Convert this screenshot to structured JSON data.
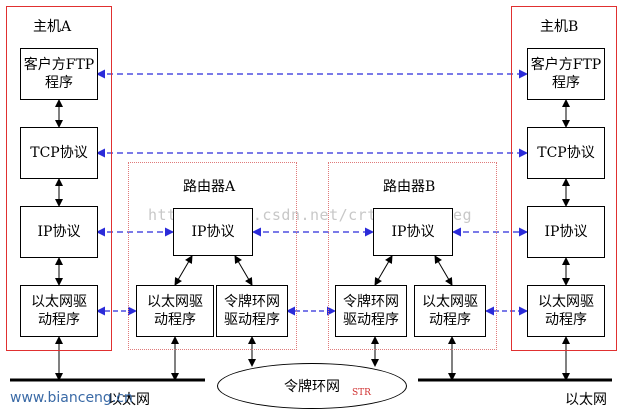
{
  "hosts": {
    "a": {
      "title": "主机A",
      "ftp": "客户方FTP\n程序",
      "tcp": "TCP协议",
      "ip": "IP协议",
      "eth": "以太网驱\n动程序"
    },
    "b": {
      "title": "主机B",
      "ftp": "客户方FTP\n程序",
      "tcp": "TCP协议",
      "ip": "IP协议",
      "eth": "以太网驱\n动程序"
    }
  },
  "routers": {
    "a": {
      "title": "路由器A",
      "ip": "IP协议",
      "eth": "以太网驱\n动程序",
      "token": "令牌环网\n驱动程序"
    },
    "b": {
      "title": "路由器B",
      "ip": "IP协议",
      "token": "令牌环网\n驱动程序",
      "eth": "以太网驱\n动程序"
    }
  },
  "networks": {
    "ethernet_left": "以太网",
    "ethernet_right": "以太网",
    "token_ring": "令牌环网",
    "token_ring_mark": "STR"
  },
  "watermarks": {
    "blog": "http://blog.csdn.net/crthunagchneg",
    "site": "www.bianceng.cn"
  },
  "colors": {
    "host_border": "#e03030",
    "router_border": "#e07a7a",
    "peer_link": "#2b2bd9",
    "line": "#000000"
  }
}
